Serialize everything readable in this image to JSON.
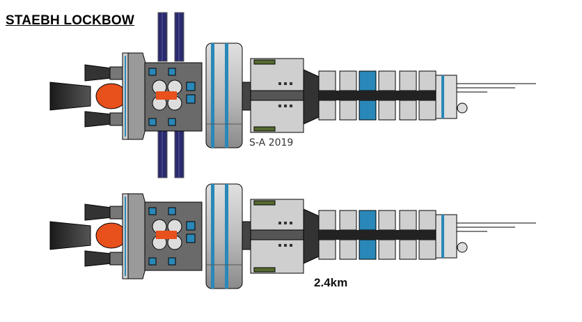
{
  "title": "STAEBH LOCKBOW",
  "credit": "S-A 2019",
  "scale_label": "2.4km",
  "views": [
    {
      "name": "solar-panels-deployed"
    },
    {
      "name": "solar-panels-stowed"
    }
  ],
  "colors": {
    "hull_dark": "#5a5a5a",
    "hull_light": "#c8c8c8",
    "accent_blue": "#2a88b8",
    "engine_orange": "#e8501c",
    "solar_panel": "#2a2a6e"
  }
}
